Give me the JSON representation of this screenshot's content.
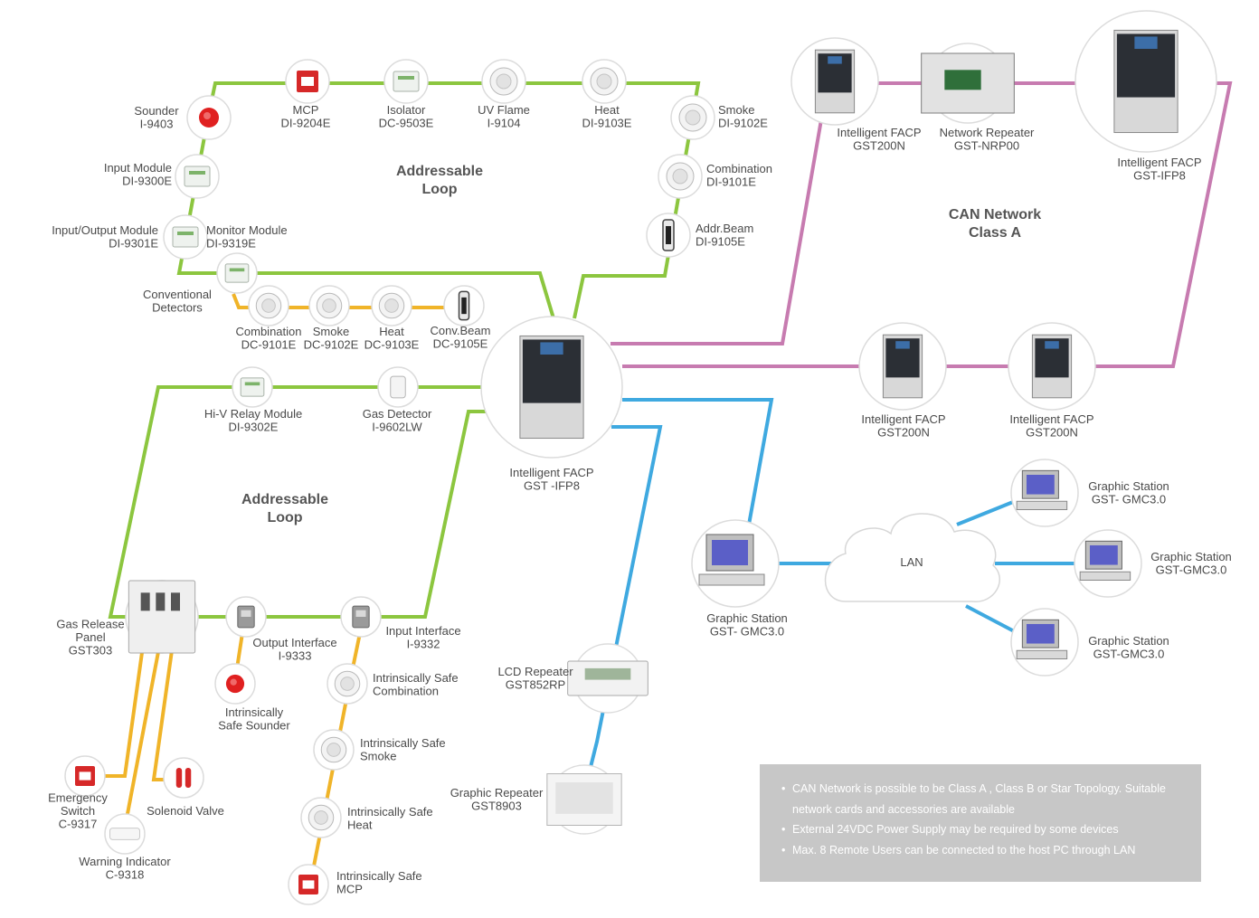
{
  "colors": {
    "loop_green": "#8cc63f",
    "conventional_orange": "#f0b429",
    "can_pink": "#c77bb0",
    "lan_blue": "#3fa9e0",
    "label_gray": "#4a4a4a",
    "note_bg": "#c7c7c7"
  },
  "titles": {
    "loop_top": [
      "Addressable",
      "Loop"
    ],
    "loop_bottom": [
      "Addressable",
      "Loop"
    ],
    "can": [
      "CAN Network",
      "Class A"
    ],
    "lan": "LAN"
  },
  "nodes": {
    "sounder": {
      "lines": [
        "Sounder",
        "I-9403"
      ],
      "icon": "sounder-icon"
    },
    "mcp": {
      "lines": [
        "MCP",
        "DI-9204E"
      ],
      "icon": "call-point-icon"
    },
    "isolator": {
      "lines": [
        "Isolator",
        "DC-9503E"
      ],
      "icon": "isolator-icon"
    },
    "uv_flame": {
      "lines": [
        "UV Flame",
        "I-9104"
      ],
      "icon": "flame-detector-icon"
    },
    "heat": {
      "lines": [
        "Heat",
        "DI-9103E"
      ],
      "icon": "heat-detector-icon"
    },
    "smoke": {
      "lines": [
        "Smoke",
        "DI-9102E"
      ],
      "icon": "smoke-detector-icon"
    },
    "input_module": {
      "lines": [
        "Input Module",
        "DI-9300E"
      ],
      "icon": "module-icon"
    },
    "combination": {
      "lines": [
        "Combination",
        "DI-9101E"
      ],
      "icon": "detector-icon"
    },
    "io_module": {
      "lines": [
        "Input/Output Module",
        "DI-9301E"
      ],
      "icon": "module-icon"
    },
    "monitor_module": {
      "lines": [
        "Monitor Module",
        "DI-9319E"
      ],
      "icon": "module-icon"
    },
    "addr_beam": {
      "lines": [
        "Addr.Beam",
        "DI-9105E"
      ],
      "icon": "beam-detector-icon"
    },
    "conventional": {
      "lines": [
        "Conventional",
        "Detectors"
      ],
      "icon": "interface-module-icon"
    },
    "conv_combination": {
      "lines": [
        "Combination",
        "DC-9101E"
      ],
      "icon": "detector-icon"
    },
    "conv_smoke": {
      "lines": [
        "Smoke",
        "DC-9102E"
      ],
      "icon": "smoke-detector-icon"
    },
    "conv_heat": {
      "lines": [
        "Heat",
        "DC-9103E"
      ],
      "icon": "heat-detector-icon"
    },
    "conv_beam": {
      "lines": [
        "Conv.Beam",
        "DC-9105E"
      ],
      "icon": "beam-detector-icon"
    },
    "hv_relay": {
      "lines": [
        "Hi-V Relay Module",
        "DI-9302E"
      ],
      "icon": "relay-module-icon"
    },
    "gas_detector": {
      "lines": [
        "Gas Detector",
        "I-9602LW"
      ],
      "icon": "gas-detector-icon"
    },
    "main_facp": {
      "lines": [
        "Intelligent FACP",
        "GST -IFP8"
      ],
      "icon": "fire-panel-icon"
    },
    "gas_release": {
      "lines": [
        "Gas Release",
        "Panel",
        "GST303"
      ],
      "icon": "gas-release-panel-icon"
    },
    "output_interface": {
      "lines": [
        "Output Interface",
        "I-9333"
      ],
      "icon": "interface-icon"
    },
    "input_interface": {
      "lines": [
        "Input Interface",
        "I-9332"
      ],
      "icon": "interface-icon"
    },
    "is_sounder": {
      "lines": [
        "Intrinsically",
        "Safe Sounder"
      ],
      "icon": "sounder-icon"
    },
    "is_combination": {
      "lines": [
        "Intrinsically Safe",
        "Combination"
      ],
      "icon": "detector-icon"
    },
    "is_smoke": {
      "lines": [
        "Intrinsically Safe",
        "Smoke"
      ],
      "icon": "smoke-detector-icon"
    },
    "is_heat": {
      "lines": [
        "Intrinsically Safe",
        "Heat"
      ],
      "icon": "heat-detector-icon"
    },
    "is_mcp": {
      "lines": [
        "Intrinsically Safe",
        "MCP"
      ],
      "icon": "call-point-icon"
    },
    "emergency_switch": {
      "lines": [
        "Emergency",
        "Switch",
        "C-9317"
      ],
      "icon": "emergency-switch-icon"
    },
    "solenoid_valve": {
      "lines": [
        "Solenoid Valve"
      ],
      "icon": "solenoid-valve-icon"
    },
    "warning_indicator": {
      "lines": [
        "Warning Indicator",
        "C-9318"
      ],
      "icon": "warning-indicator-icon"
    },
    "lcd_repeater": {
      "lines": [
        "LCD Repeater",
        "GST852RP"
      ],
      "icon": "lcd-repeater-icon"
    },
    "graphic_repeater": {
      "lines": [
        "Graphic Repeater",
        "GST8903"
      ],
      "icon": "graphic-repeater-icon"
    },
    "facp_gst200n_top": {
      "lines": [
        "Intelligent FACP",
        "GST200N"
      ],
      "icon": "fire-panel-icon"
    },
    "network_repeater": {
      "lines": [
        "Network Repeater",
        "GST-NRP00"
      ],
      "icon": "network-repeater-icon"
    },
    "facp_ifp8_top": {
      "lines": [
        "Intelligent FACP",
        "GST-IFP8"
      ],
      "icon": "fire-panel-icon"
    },
    "facp_gst200n_mid1": {
      "lines": [
        "Intelligent FACP",
        "GST200N"
      ],
      "icon": "fire-panel-icon"
    },
    "facp_gst200n_mid2": {
      "lines": [
        "Intelligent FACP",
        "GST200N"
      ],
      "icon": "fire-panel-icon"
    },
    "graphic_station_main": {
      "lines": [
        "Graphic Station",
        "GST- GMC3.0"
      ],
      "icon": "computer-icon"
    },
    "graphic_station_1": {
      "lines": [
        "Graphic Station",
        "GST- GMC3.0"
      ],
      "icon": "computer-icon"
    },
    "graphic_station_2": {
      "lines": [
        "Graphic Station",
        "GST-GMC3.0"
      ],
      "icon": "computer-icon"
    },
    "graphic_station_3": {
      "lines": [
        "Graphic Station",
        "GST-GMC3.0"
      ],
      "icon": "computer-icon"
    }
  },
  "notes": [
    "CAN Network is possible to be Class A , Class B or Star Topology. Suitable network cards and accessories are available",
    "External 24VDC Power Supply may be required by some devices",
    "Max. 8 Remote Users can be connected to the host PC through LAN"
  ]
}
